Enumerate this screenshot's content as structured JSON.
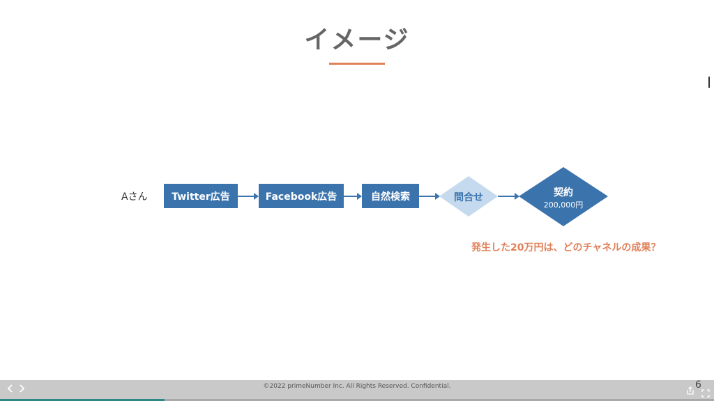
{
  "slide": {
    "title": "イメージ",
    "person": "Aさん",
    "steps": [
      "Twitter広告",
      "Facebook広告",
      "自然検索"
    ],
    "inquiry": "問合せ",
    "contract": {
      "label": "契約",
      "amount": "200,000円"
    },
    "question": "発生した20万円は、どのチャネルの成果？"
  },
  "footer": {
    "copyright": "©2022 primeNumber Inc. All Rights Reserved. Confidential.",
    "page_number": "6",
    "progress_fraction": 0.23
  },
  "colors": {
    "accent": "#e0815a",
    "box": "#3b73ad",
    "diamond_light": "#c5daee",
    "diamond_dark": "#3b73ad",
    "progress": "#2c8a86"
  },
  "icons": {
    "prev": "chevron-left-icon",
    "next": "chevron-right-icon",
    "share": "share-icon",
    "fullscreen": "fullscreen-icon"
  }
}
